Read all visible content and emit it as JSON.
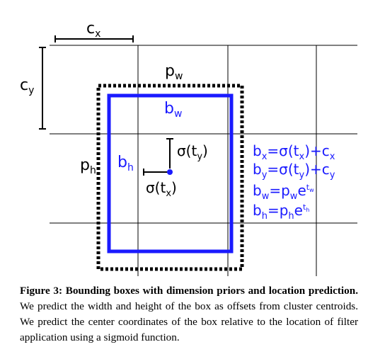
{
  "diagram": {
    "labels": {
      "cx": "c",
      "cx_sub": "x",
      "cy": "c",
      "cy_sub": "y",
      "pw": "p",
      "pw_sub": "w",
      "ph": "p",
      "ph_sub": "h",
      "bw": "b",
      "bw_sub": "w",
      "bh": "b",
      "bh_sub": "h",
      "sigma_ty": "σ(t",
      "sigma_ty_sub": "y",
      "sigma_ty_close": ")",
      "sigma_tx": "σ(t",
      "sigma_tx_sub": "x",
      "sigma_tx_close": ")"
    },
    "equations": [
      {
        "lhs": "b",
        "lhs_sub": "x",
        "mid": "=σ(t",
        "mid_sub": "x",
        "tail": ")+c",
        "tail_sub": "x"
      },
      {
        "lhs": "b",
        "lhs_sub": "y",
        "mid": "=σ(t",
        "mid_sub": "y",
        "tail": ")+c",
        "tail_sub": "y"
      },
      {
        "lhs": "b",
        "lhs_sub": "w",
        "mid": "=p",
        "mid_sub": "w",
        "tail": "e",
        "sup": "t",
        "sup_sub": "w"
      },
      {
        "lhs": "b",
        "lhs_sub": "h",
        "mid": "=p",
        "mid_sub": "h",
        "tail": "e",
        "sup": "t",
        "sup_sub": "h"
      }
    ],
    "colors": {
      "blue": "#1a1aff",
      "grid": "#000000"
    }
  },
  "caption": {
    "figure_label": "Figure 3:",
    "bold_text": "Bounding boxes with dimension priors and location prediction.",
    "body_text": "We predict the width and height of the box as offsets from cluster centroids. We predict the center coordinates of the box relative to the location of filter application using a sigmoid function."
  }
}
